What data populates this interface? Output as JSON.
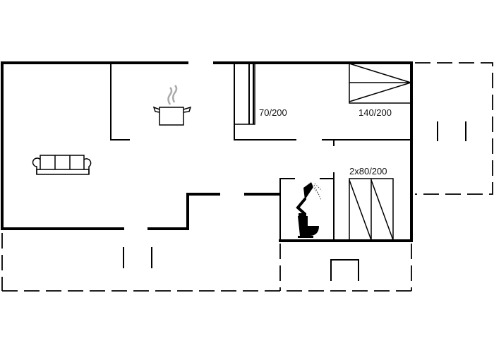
{
  "floor_plan": {
    "bed_labels": {
      "single_bed": "70/200",
      "double_bed": "140/200",
      "twin_beds": "2x80/200"
    },
    "icons": [
      "sofa-icon",
      "cooking-pot-icon",
      "shower-icon",
      "toilet-icon"
    ],
    "colors": {
      "wall": "#000000",
      "steam": "#aaaaaa",
      "background": "#ffffff"
    }
  }
}
